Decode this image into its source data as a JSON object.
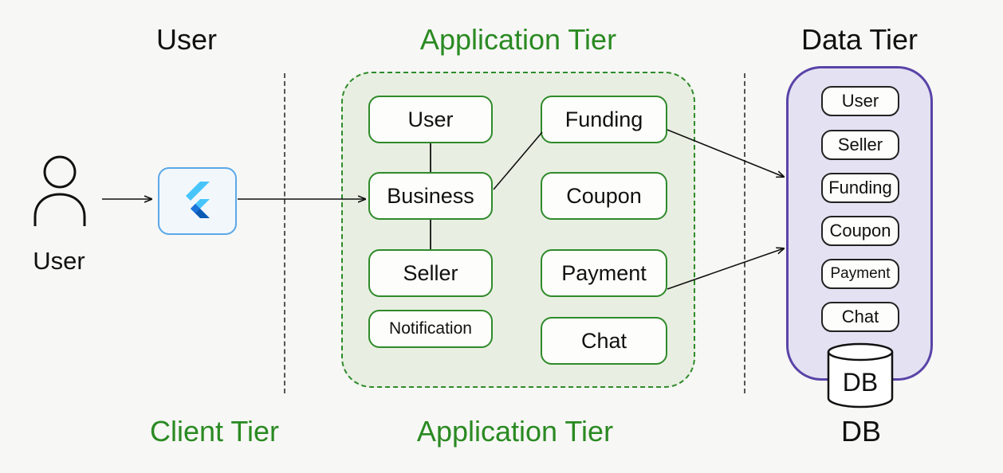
{
  "headings": {
    "user_top": "User",
    "app_tier_top": "Application Tier",
    "data_tier_top": "Data Tier",
    "client_tier_bottom": "Client Tier",
    "app_tier_bottom": "Application Tier",
    "db_bottom": "DB"
  },
  "user_actor": {
    "label": "User",
    "icon": "person-icon"
  },
  "client": {
    "icon": "flutter-logo-icon"
  },
  "application_tier": {
    "services": {
      "user": "User",
      "funding": "Funding",
      "business": "Business",
      "coupon": "Coupon",
      "seller": "Seller",
      "payment": "Payment",
      "notification": "Notification",
      "chat": "Chat"
    }
  },
  "data_tier": {
    "tables": [
      "User",
      "Seller",
      "Funding",
      "Coupon",
      "Payment",
      "Chat"
    ],
    "db_label": "DB"
  },
  "colors": {
    "green": "#2a8a22",
    "purple": "#5a43a8",
    "flutter_blue": "#5aa8e8"
  }
}
